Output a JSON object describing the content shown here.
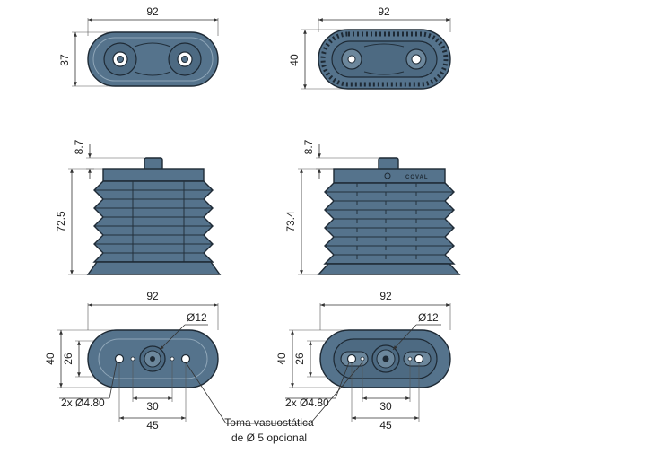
{
  "views": {
    "top_left": {
      "width_dim": "92",
      "height_dim": "37"
    },
    "top_right": {
      "width_dim": "92",
      "height_dim": "40"
    },
    "side_left": {
      "stem_dim": "8.7",
      "height_dim": "72.5"
    },
    "side_right": {
      "stem_dim": "8.7",
      "height_dim": "73.4",
      "brand": "COVAL"
    },
    "bottom_left": {
      "width_dim": "92",
      "outer_h_dim": "40",
      "inner_h_dim": "26",
      "port_dia": "Ø12",
      "holes": "2x Ø4.80",
      "spacing_inner": "30",
      "spacing_outer": "45"
    },
    "bottom_right": {
      "width_dim": "92",
      "outer_h_dim": "40",
      "inner_h_dim": "26",
      "port_dia": "Ø12",
      "holes": "2x Ø4.80",
      "spacing_inner": "30",
      "spacing_outer": "45"
    }
  },
  "callout": {
    "line1": "Toma vacuostática",
    "line2": "de Ø 5 opcional"
  },
  "colors": {
    "body": "#55738c",
    "outline": "#1e2a35",
    "text": "#222222"
  }
}
